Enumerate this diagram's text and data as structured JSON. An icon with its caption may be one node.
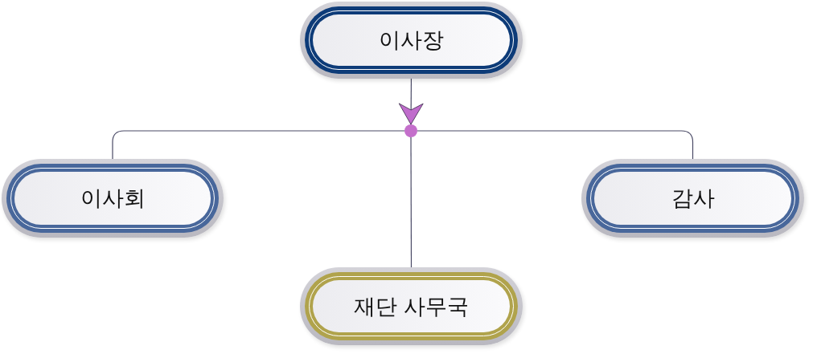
{
  "diagram": {
    "nodes": [
      {
        "text": [
          "이사장"
        ]
      },
      {
        "text": [
          "이사회"
        ]
      },
      {
        "text": [
          "감사"
        ]
      },
      {
        "text": [
          "재단 사무국"
        ]
      },
      {
        "text": [],
        "shape": "circle"
      }
    ],
    "edges": [
      {
        "from": 0,
        "to": 4,
        "arrow": "to"
      },
      {
        "from": 4,
        "to": 1,
        "arrow": "none"
      },
      {
        "from": 4,
        "to": 2,
        "arrow": "none"
      },
      {
        "from": 4,
        "to": 3,
        "arrow": "none"
      }
    ]
  }
}
